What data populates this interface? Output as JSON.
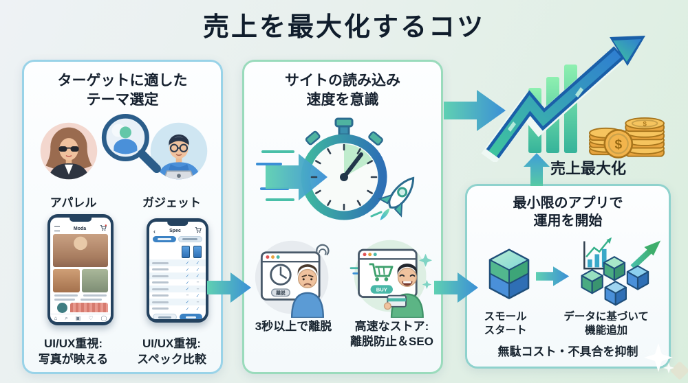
{
  "title": "売上を最大化するコツ",
  "flow": {
    "result_label": "売上最大化"
  },
  "panel_target": {
    "header": "ターゲットに適した\nテーマ選定",
    "personas": [
      {
        "label": "アパレル"
      },
      {
        "label": "ガジェット"
      }
    ],
    "phone_left": {
      "app_title": "Moda",
      "nav_icons": [
        {
          "name": "home-icon",
          "glyph": "⌂"
        },
        {
          "name": "search-icon",
          "glyph": "⌕"
        },
        {
          "name": "camera-icon",
          "glyph": "▣"
        },
        {
          "name": "heart-icon",
          "glyph": "♡"
        },
        {
          "name": "profile-icon",
          "glyph": "◯"
        }
      ],
      "caption": "UI/UX重視:\n写真が映える"
    },
    "phone_right": {
      "app_title": "Spec",
      "check_rows": [
        [
          "✓",
          "✓"
        ],
        [
          "✓",
          "✓"
        ],
        [
          "✓",
          "✓"
        ],
        [
          "✓",
          "−"
        ],
        [
          "✓",
          "−"
        ],
        [
          "−",
          "✓"
        ],
        [
          "✓",
          "−"
        ],
        [
          "✓",
          "✓"
        ]
      ],
      "caption": "UI/UX重視:\nスペック比較"
    }
  },
  "panel_speed": {
    "header": "サイトの読み込み\n速度を意識",
    "slow": {
      "badge": "離脱",
      "caption": "3秒以上で離脱"
    },
    "fast": {
      "badge": "BUY",
      "caption": "高速なストア:\n離脱防止＆SEO"
    }
  },
  "panel_apps": {
    "header": "最小限のアプリで\n運用を開始",
    "left_caption": "スモール\nスタート",
    "right_caption": "データに基づいて\n機能追加",
    "bottom_caption": "無駄コスト・不具合を抑制"
  },
  "colors": {
    "accent_teal": "#49bfa8",
    "accent_blue": "#3b8fd6",
    "panel_border_blue": "#99d3e8",
    "panel_border_green": "#9adbbc",
    "panel_border_teal": "#8fd2cd",
    "title": "#101d2c",
    "coin_gold": "#eead43"
  }
}
